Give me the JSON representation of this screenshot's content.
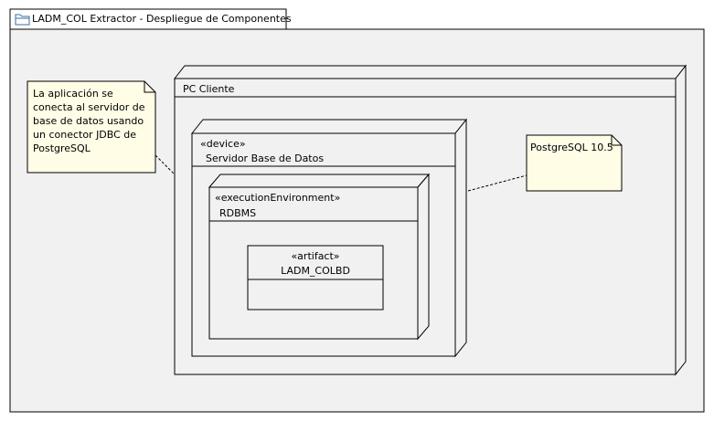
{
  "diagram": {
    "tab_title": "LADM_COL Extractor - Despliegue de Componentes",
    "nodes": {
      "pc": {
        "name": "PC Cliente"
      },
      "device": {
        "stereotype": "«device»",
        "name": "Servidor Base de Datos"
      },
      "env": {
        "stereotype": "«executionEnvironment»",
        "name": "RDBMS"
      },
      "artifact": {
        "stereotype": "«artifact»",
        "name": "LADM_COLBD"
      }
    },
    "notes": {
      "left": {
        "lines": [
          "La aplicación se",
          "conecta al servidor de",
          "base de datos usando",
          "un conector JDBC de",
          "PostgreSQL"
        ]
      },
      "right": {
        "text": "PostgreSQL 10.5"
      }
    },
    "colors": {
      "frame_bg": "#f1f1f1",
      "node_bg": "#f1f1f1",
      "note_bg": "#fffde6",
      "line": "#000000",
      "tab_bg": "#ffffff"
    },
    "icons": {
      "tab_icon": "folder-icon"
    }
  }
}
